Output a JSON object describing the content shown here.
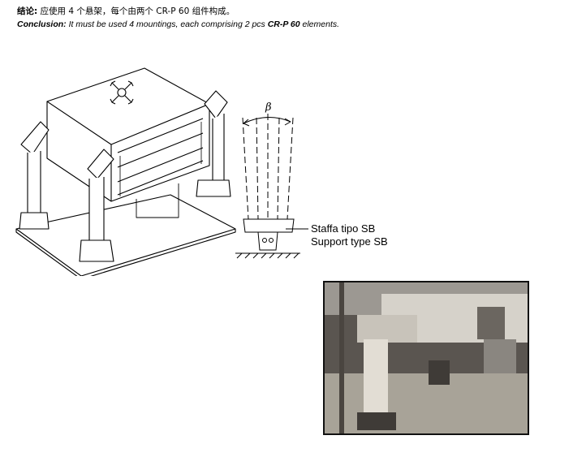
{
  "conclusion": {
    "zh_label": "结论:",
    "zh_text": " 应使用 4 个悬架，每个由两个 CR-P 60 组件构成。",
    "en_label": "Conclusion:",
    "en_text_before": " It must be used 4 mountings, each comprising 2 pcs ",
    "en_element": "CR-P 60",
    "en_text_after": " elements."
  },
  "diagram": {
    "angle_label": "β",
    "support_label_it": "Staffa tipo SB",
    "support_label_en": "Support type SB"
  }
}
